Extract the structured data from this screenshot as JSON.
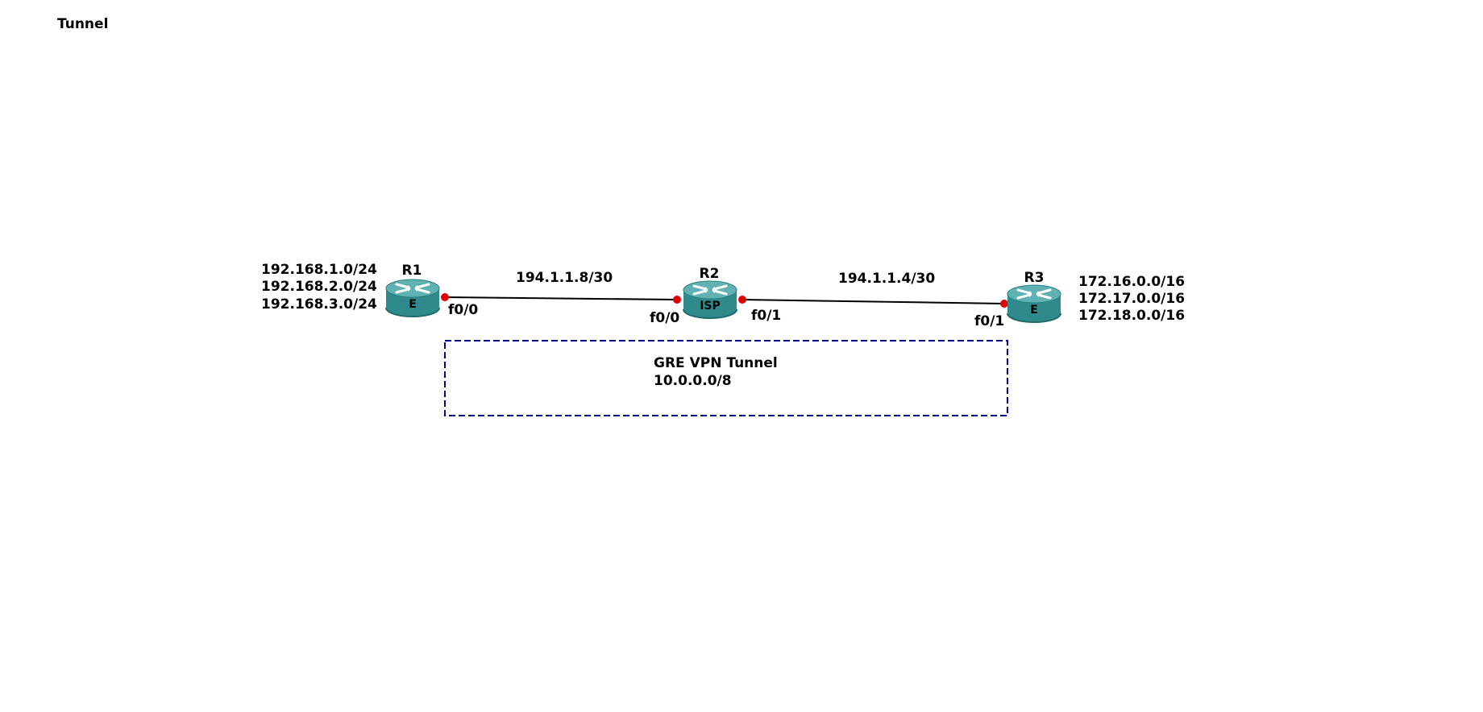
{
  "title": "Tunnel",
  "colors": {
    "router_body": "#2f8a8c",
    "router_top": "#5fb1b2",
    "router_dark": "#1f6a6b",
    "link": "#000000",
    "port_dot": "#e00000",
    "tunnel_border": "#00008b"
  },
  "routers": {
    "r1": {
      "name": "R1",
      "badge": "E",
      "icon": "router-icon"
    },
    "r2": {
      "name": "R2",
      "badge": "ISP",
      "icon": "router-icon"
    },
    "r3": {
      "name": "R3",
      "badge": "E",
      "icon": "router-icon"
    }
  },
  "links": {
    "r1_r2": {
      "subnet": "194.1.1.8/30",
      "port_a": "f0/0",
      "port_b": "f0/0"
    },
    "r2_r3": {
      "subnet": "194.1.1.4/30",
      "port_a": "f0/1",
      "port_b": "f0/1"
    }
  },
  "networks": {
    "r1": [
      "192.168.1.0/24",
      "192.168.2.0/24",
      "192.168.3.0/24"
    ],
    "r3": [
      "172.16.0.0/16",
      "172.17.0.0/16",
      "172.18.0.0/16"
    ]
  },
  "tunnel": {
    "title": "GRE VPN Tunnel",
    "subnet": "10.0.0.0/8"
  }
}
